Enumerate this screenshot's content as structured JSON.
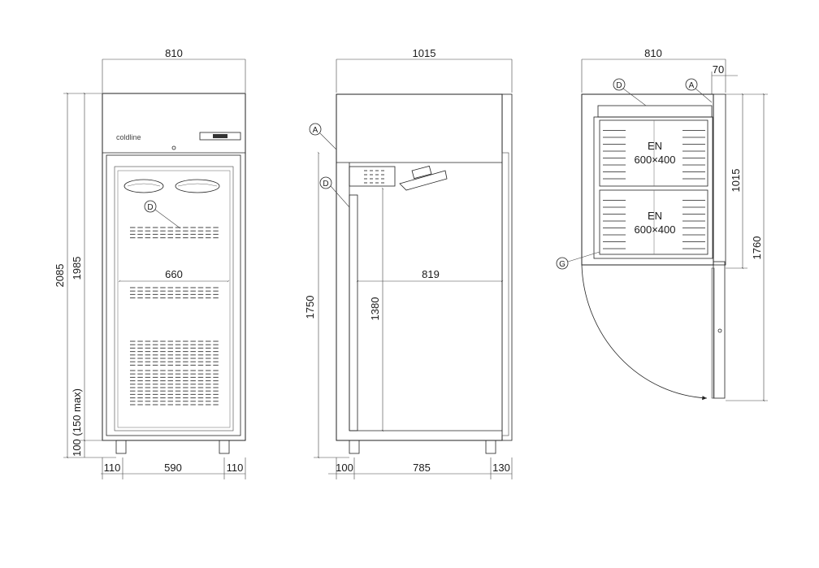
{
  "front_view": {
    "brand": "coldline",
    "dims": {
      "width_top": "810",
      "height_total": "2085",
      "height_body": "1985",
      "feet": "100 (150 max)",
      "inner_width": "660",
      "bottom_left": "110",
      "bottom_mid": "590",
      "bottom_right": "110"
    },
    "callouts": {
      "D": "D"
    }
  },
  "side_view": {
    "dims": {
      "depth_top": "1015",
      "height_1750": "1750",
      "height_1380": "1380",
      "inner_depth": "819",
      "bottom_left": "100",
      "bottom_mid": "785",
      "bottom_right": "130"
    },
    "callouts": {
      "A": "A",
      "D": "D"
    }
  },
  "top_view": {
    "dims": {
      "width_top": "810",
      "offset": "70",
      "door_depth": "1015",
      "swing": "1760"
    },
    "callouts": {
      "D": "D",
      "A": "A",
      "G": "G"
    },
    "trays": [
      {
        "line1": "EN",
        "line2": "600×400"
      },
      {
        "line1": "EN",
        "line2": "600×400"
      }
    ]
  }
}
